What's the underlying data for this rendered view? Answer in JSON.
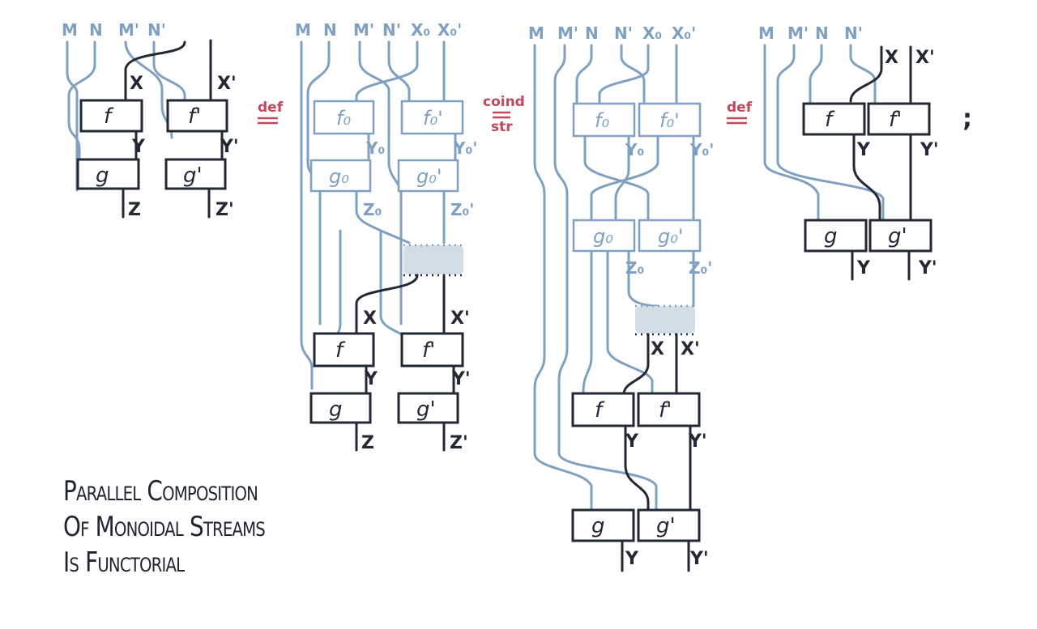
{
  "diagrams": {
    "d1": {
      "wires_top": [
        "M",
        "N",
        "M'",
        "N'"
      ],
      "x": "X",
      "x2": "X'",
      "box_f": "f",
      "box_f2": "f'",
      "y": "Y",
      "y2": "Y'",
      "box_g": "g",
      "box_g2": "g'",
      "z": "Z",
      "z2": "Z'"
    },
    "d2": {
      "wires_top": [
        "M",
        "N",
        "M'",
        "N'",
        "X₀",
        "X₀'"
      ],
      "box_f0": "f₀",
      "box_f0b": "f₀'",
      "y0": "Y₀",
      "y0b": "Y₀'",
      "box_g0": "g₀",
      "box_g0b": "g₀'",
      "z0": "Z₀",
      "z0b": "Z₀'",
      "x": "X",
      "x2": "X'",
      "box_f": "f",
      "box_f2": "f'",
      "y": "Y",
      "y2": "Y'",
      "box_g": "g",
      "box_g2": "g'",
      "z": "Z",
      "z2": "Z'"
    },
    "d3": {
      "wires_top": [
        "M",
        "M'",
        "N",
        "N'",
        "X₀",
        "X₀'"
      ],
      "box_f0": "f₀",
      "box_f0b": "f₀'",
      "y0": "Y₀",
      "y0b": "Y₀'",
      "box_g0": "g₀",
      "box_g0b": "g₀'",
      "z0": "Z₀",
      "z0b": "Z₀'",
      "x": "X",
      "x2": "X'",
      "box_f": "f",
      "box_f2": "f'",
      "y": "Y",
      "y2": "Y'",
      "box_g": "g",
      "box_g2": "g'",
      "yb": "Y",
      "yb2": "Y'"
    },
    "d4": {
      "wires_top": [
        "M",
        "M'",
        "N",
        "N'"
      ],
      "x": "X",
      "x2": "X'",
      "box_f": "f",
      "box_f2": "f'",
      "y": "Y",
      "y2": "Y'",
      "box_g": "g",
      "box_g2": "g'",
      "yb": "Y",
      "yb2": "Y'"
    }
  },
  "relations": {
    "def1": "def",
    "coind": "coind",
    "str": "str",
    "def2": "def",
    "semicolon": ";"
  },
  "title": {
    "line1": "Parallel Composition",
    "line2": "Of Monoidal Streams",
    "line3": "Is Functorial"
  },
  "colors": {
    "ink": "#222834",
    "wire_blue": "#7fa0c1",
    "relation_red": "#c0485a",
    "fog": "#d3dde6"
  }
}
